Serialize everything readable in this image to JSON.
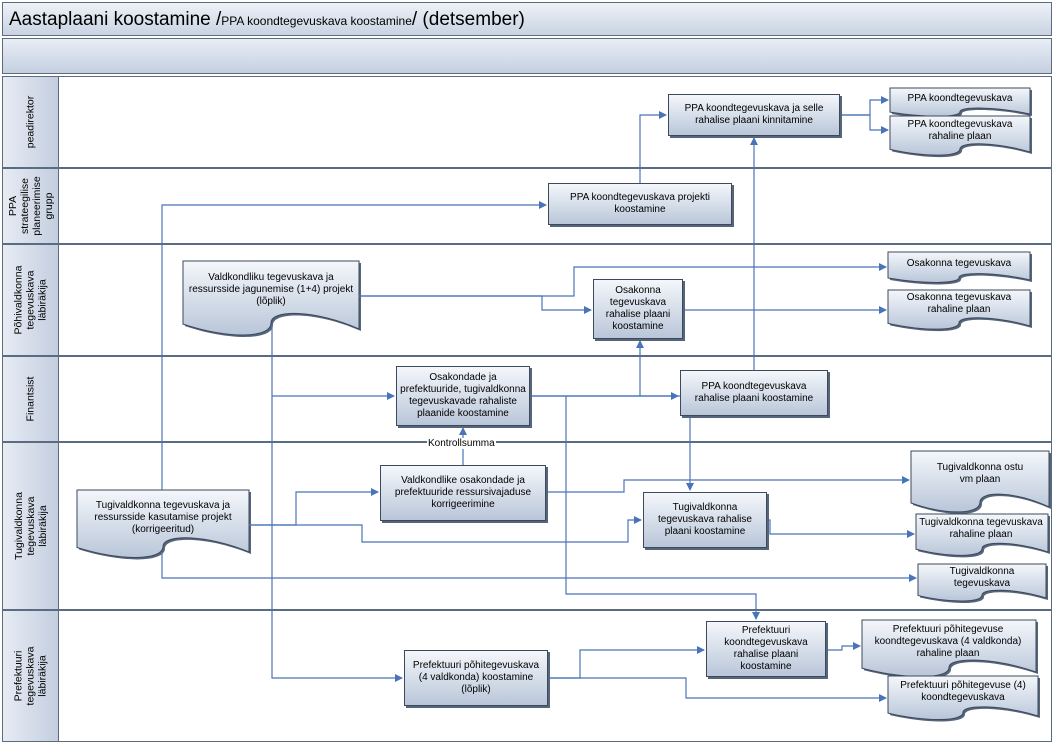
{
  "title": {
    "main": "Aastaplaani koostamine /",
    "sub": "PPA koondtegevuskava koostamine",
    "suffix": "/ (detsember)"
  },
  "lanes": [
    {
      "id": "peadirektor",
      "label": "peadirektor"
    },
    {
      "id": "strat",
      "label": "PPA strateegilise planeerimise grupp"
    },
    {
      "id": "pohi",
      "label": "Põhivaldkonna tegevuskava läbiräkija"
    },
    {
      "id": "fin",
      "label": "Finantsist"
    },
    {
      "id": "tugi",
      "label": "Tugivaldkonna tegevuskava läbiräkija"
    },
    {
      "id": "pref",
      "label": "Prefektuuri tegevuskava läbiräkija"
    }
  ],
  "processes": {
    "kinnitamine": "PPA koondtegevuskava ja selle rahalise plaani kinnitamine",
    "projekt": "PPA koondtegevuskava projekti koostamine",
    "osakonna_rahaline": "Osakonna tegevuskava rahalise plaani koostamine",
    "rahalised_plaanid": "Osakondade ja prefektuuride, tugivaldkonna tegevuskavade rahaliste plaanide koostamine",
    "ppa_rahaline": "PPA koondtegevuskava rahalise plaani koostamine",
    "korrigeerimine": "Valdkondlike osakondade ja prefektuuride ressursivajaduse korrigeerimine",
    "tugi_rahaline": "Tugivaldkonna tegevuskava rahalise plaani koostamine",
    "pref_koond_rahaline": "Prefektuuri koondtegevuskava rahalise plaani koostamine",
    "pref_pohi": "Prefektuuri põhitegevuskava (4 valdkonda) koostamine (lõplik)"
  },
  "documents": {
    "ppa_koond": "PPA koondtegevuskava",
    "ppa_koond_rahaline": "PPA koondtegevuskava rahaline plaan",
    "valdkondliku": "Valdkondliku tegevuskava ja ressursside jagunemise (1+4) projekt (lõplik)",
    "osakonna": "Osakonna tegevuskava",
    "osakonna_rahaline": "Osakonna tegevuskava rahaline plaan",
    "tugi_projekt": "Tugivaldkonna tegevuskava ja ressursside kasutamise projekt (korrigeeritud)",
    "tugi_ostu": "Tugivaldkonna ostu vm plaan",
    "tugi_rahaline": "Tugivaldkonna tegevuskava rahaline plaan",
    "tugi_tegevuskava": "Tugivaldkonna tegevuskava",
    "pref_rahaline": "Prefektuuri põhitegevuse koondtegevuskava (4 valdkonda) rahaline plaan",
    "pref_koond": "Prefektuuri põhitegevuse (4) koondtegevuskava"
  },
  "labels": {
    "kontrollsumma": "Kontrollsumma"
  }
}
